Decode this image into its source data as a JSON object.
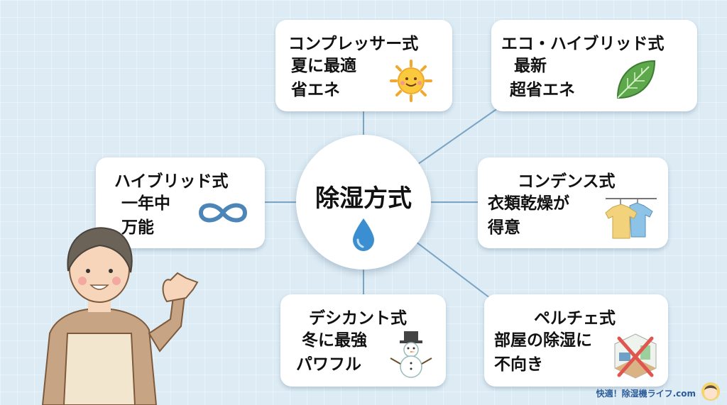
{
  "center": {
    "title": "除湿方式",
    "icon": "water-drop-icon"
  },
  "methods": [
    {
      "name": "コンプレッサー式",
      "lines": [
        "夏に最適",
        "省エネ"
      ],
      "icon": "sun-icon"
    },
    {
      "name": "エコ・ハイブリッド式",
      "lines": [
        "最新",
        "超省エネ"
      ],
      "icon": "leaf-icon"
    },
    {
      "name": "ハイブリッド式",
      "lines": [
        "一年中",
        "万能"
      ],
      "icon": "infinity-icon"
    },
    {
      "name": "コンデンス式",
      "lines": [
        "衣類乾燥が",
        "得意"
      ],
      "icon": "clothes-icon"
    },
    {
      "name": "デシカント式",
      "lines": [
        "冬に最強",
        "パワフル"
      ],
      "icon": "snowman-icon"
    },
    {
      "name": "ペルチェ式",
      "lines": [
        "部屋の除湿に",
        "不向き"
      ],
      "icon": "room-crossed-icon"
    }
  ],
  "watermark": "快適！除湿機ライフ.com",
  "colors": {
    "background": "#dcebf4",
    "line": "#7aa3c4",
    "drop": "#3b8fd0"
  }
}
